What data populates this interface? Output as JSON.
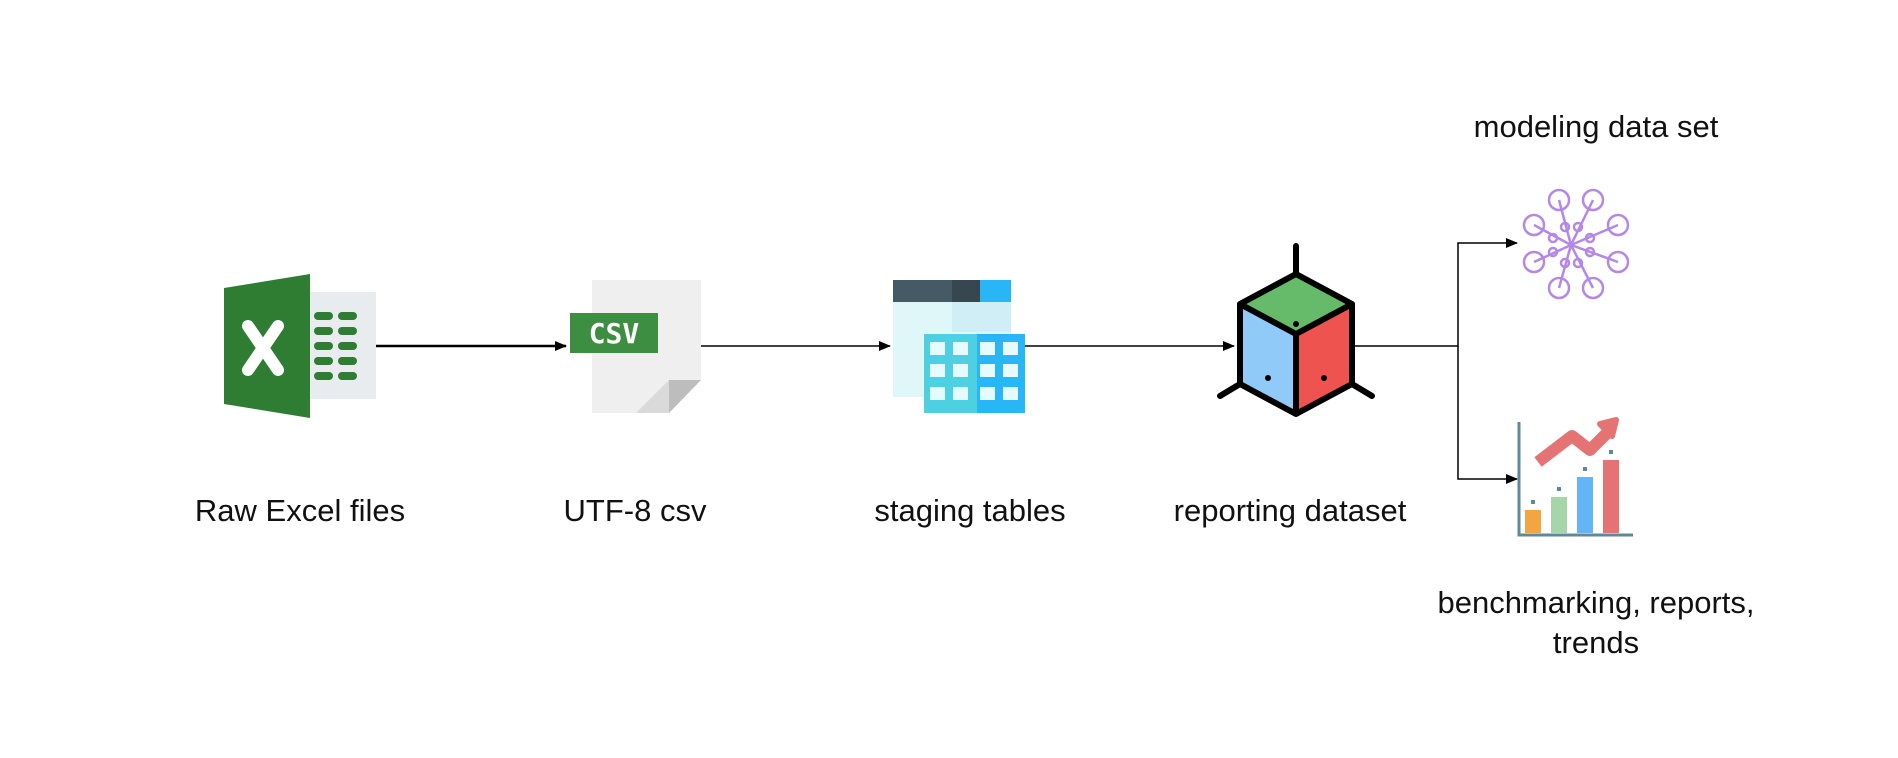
{
  "nodes": {
    "raw_excel": {
      "label": "Raw Excel files",
      "icon": "excel-icon"
    },
    "csv": {
      "label": "UTF-8 csv",
      "icon": "csv-file-icon",
      "badge": "CSV"
    },
    "staging": {
      "label": "staging tables",
      "icon": "table-icon"
    },
    "reporting": {
      "label": "reporting dataset",
      "icon": "cube-icon"
    },
    "modeling": {
      "label": "modeling data set",
      "icon": "network-icon"
    },
    "outputs": {
      "label_line1": "benchmarking, reports,",
      "label_line2": "trends",
      "icon": "bar-chart-icon"
    }
  },
  "colors": {
    "excel_green": "#2e7d32",
    "cube_top": "#66bb6a",
    "cube_left": "#90caf9",
    "cube_right": "#ef5350",
    "network_purple": "#b388e6",
    "chart_orange": "#f2a541",
    "chart_green": "#a5d6a7",
    "chart_blue": "#64b5f6",
    "chart_red": "#e57373"
  }
}
